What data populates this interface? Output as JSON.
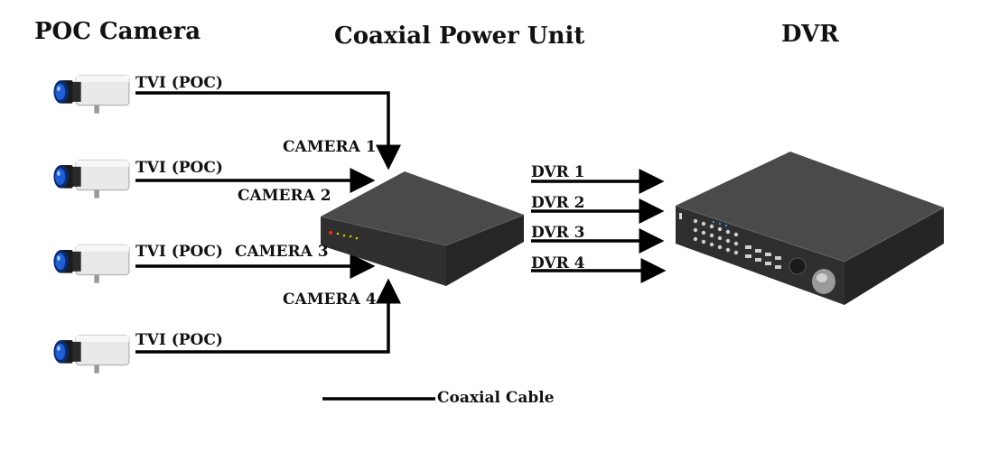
{
  "titles": {
    "camera": "POC Camera",
    "power_unit": "Coaxial Power Unit",
    "dvr": "DVR"
  },
  "cameras": [
    {
      "signal": "TVI (POC)",
      "port": "CAMERA 1"
    },
    {
      "signal": "TVI (POC)",
      "port": "CAMERA 2"
    },
    {
      "signal": "TVI (POC)",
      "port": "CAMERA 3"
    },
    {
      "signal": "TVI (POC)",
      "port": "CAMERA 4"
    }
  ],
  "dvr_links": [
    "DVR 1",
    "DVR 2",
    "DVR 3",
    "DVR 4"
  ],
  "legend": {
    "label": "Coaxial Cable"
  },
  "colors": {
    "cable": "#000000",
    "device_dark": "#3c3c3c",
    "device_top": "#4a4a4a",
    "led": "#ff2a00"
  }
}
